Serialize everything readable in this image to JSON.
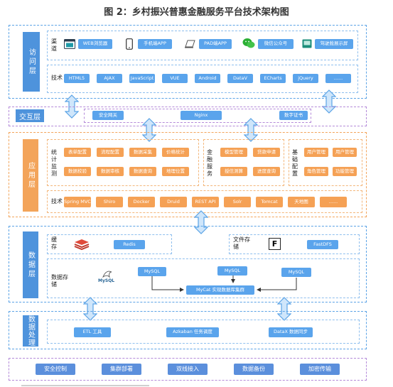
{
  "title": "图 2：乡村振兴普惠金融服务平台技术架构图",
  "layers": {
    "access": {
      "label": "访问层",
      "channel_label": "渠道",
      "channels": [
        "WEB浏览器",
        "手机端APP",
        "PAD端APP",
        "微信公众号",
        "驾驶舱展示屏"
      ],
      "tech_label": "技术",
      "tech": [
        "HTML5",
        "AJAX",
        "JavaScript",
        "VUE",
        "Android",
        "DataV",
        "ECharts",
        "jQuery",
        "......"
      ]
    },
    "interaction": {
      "label": "交互层",
      "items": [
        "安全网关",
        "Nginx",
        "数字证书"
      ]
    },
    "application": {
      "label": "应用层",
      "stats_label": "统计监测",
      "stats": [
        "表单配置",
        "流程配置",
        "数据采集",
        "价格统计",
        "数据校验",
        "数据审核",
        "数据查询",
        "地理位置"
      ],
      "finance_label": "金融服务",
      "finance": [
        "模型管理",
        "贷款申请",
        "授信测算",
        "进度查询"
      ],
      "basic_label": "基础配置",
      "basic": [
        "用户管理",
        "用户管理",
        "角色管理",
        "功能管理"
      ],
      "tech_label": "技术",
      "tech": [
        "Spring MVC",
        "Shiro",
        "Docker",
        "Druid",
        "REST API",
        "Solr",
        "Tomcat",
        "天地图",
        "......"
      ]
    },
    "data": {
      "label": "数据层",
      "cache_label": "缓存",
      "cache_item": "Redis",
      "file_label": "文件存储",
      "file_item": "FastDFS",
      "file_logo": "F",
      "store_label": "数据存储",
      "mysql_logo": "MySQL",
      "mysql_nodes": [
        "MySQL",
        "MySQL",
        "MySQL"
      ],
      "mycat": "MyCat 实现数据库集群"
    },
    "processing": {
      "label": "数据处理",
      "items": [
        "ETL 工具",
        "Azkaban 任务调度",
        "DataX 数据同步"
      ]
    },
    "security": {
      "items": [
        "安全控制",
        "集群部署",
        "双线接入",
        "数据备份",
        "加密传输"
      ]
    }
  },
  "colors": {
    "blue_chip": "#5aa4ec",
    "orange_chip": "#f5a155",
    "blue_border": "#5ba3e6",
    "orange_border": "#f3a45a",
    "purple_border": "#b48ad9"
  }
}
